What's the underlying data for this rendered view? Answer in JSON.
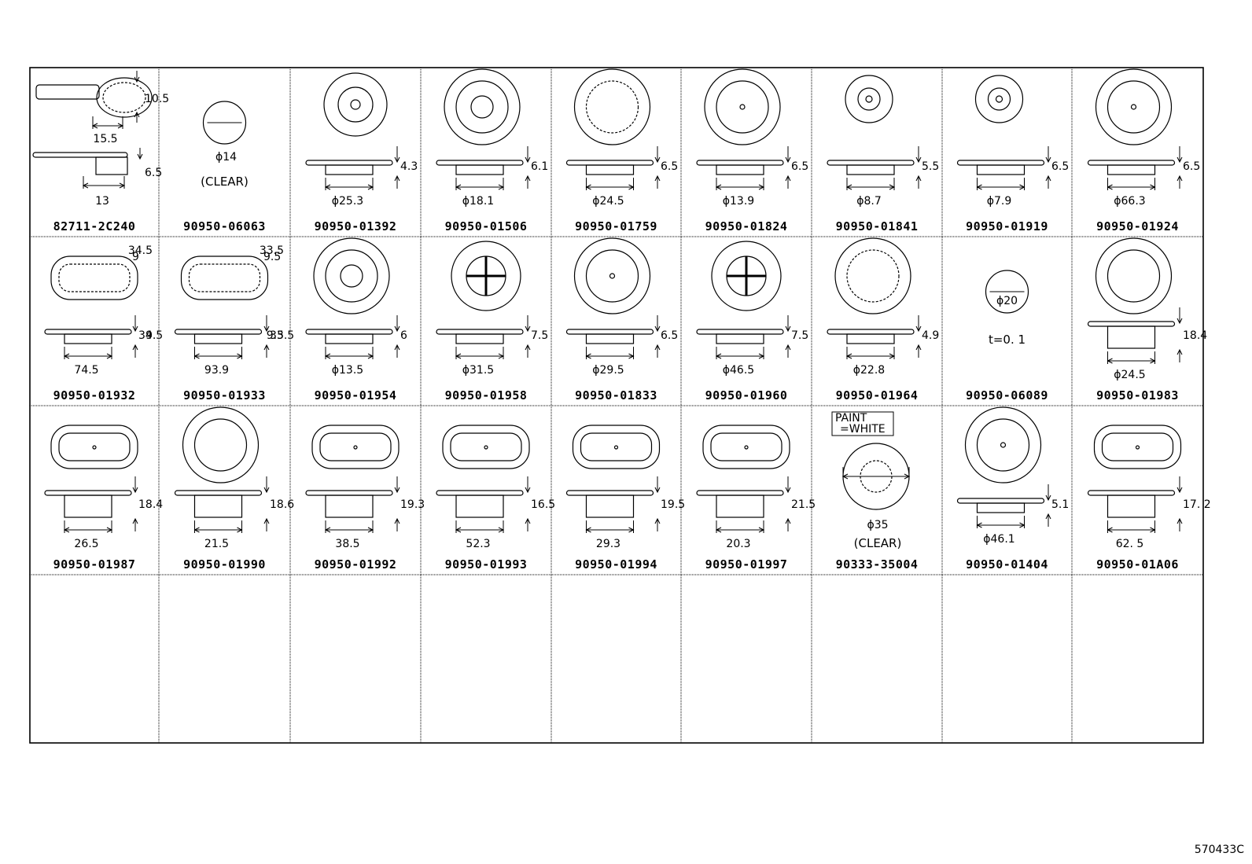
{
  "rows": [
    [
      {
        "part": "82711-2C240",
        "shape": "cable",
        "dims": [
          "10.5",
          "15.5",
          "6.5",
          "13"
        ]
      },
      {
        "part": "90950-06063",
        "shape": "seal-round",
        "dims": [
          "ϕ14"
        ],
        "notes": [
          "(CLEAR)"
        ]
      },
      {
        "part": "90950-01392",
        "shape": "gear",
        "dims": [
          "4.3",
          "ϕ25.3"
        ]
      },
      {
        "part": "90950-01506",
        "shape": "grommet",
        "dims": [
          "6.1",
          "ϕ18.1"
        ]
      },
      {
        "part": "90950-01759",
        "shape": "plug-dashed",
        "dims": [
          "6.5",
          "ϕ24.5"
        ]
      },
      {
        "part": "90950-01824",
        "shape": "plug-hole",
        "dims": [
          "6.5",
          "ϕ13.9"
        ]
      },
      {
        "part": "90950-01841",
        "shape": "small-plug",
        "dims": [
          "5.5",
          "ϕ8.7"
        ]
      },
      {
        "part": "90950-01919",
        "shape": "small-plug",
        "dims": [
          "6.5",
          "ϕ7.9"
        ]
      },
      {
        "part": "90950-01924",
        "shape": "plug-hole",
        "dims": [
          "6.5",
          "ϕ66.3"
        ]
      }
    ],
    [
      {
        "part": "90950-01932",
        "shape": "oval-plug",
        "dims": [
          "34.5",
          "9",
          "74.5"
        ]
      },
      {
        "part": "90950-01933",
        "shape": "oval-plug",
        "dims": [
          "33.5",
          "9.5",
          "93.9"
        ]
      },
      {
        "part": "90950-01954",
        "shape": "grommet",
        "dims": [
          "6",
          "ϕ13.5"
        ]
      },
      {
        "part": "90950-01958",
        "shape": "cross-plug",
        "dims": [
          "7.5",
          "ϕ31.5"
        ]
      },
      {
        "part": "90950-01833",
        "shape": "plug-hole",
        "dims": [
          "6.5",
          "ϕ29.5"
        ]
      },
      {
        "part": "90950-01960",
        "shape": "cross-plug",
        "dims": [
          "7.5",
          "ϕ46.5"
        ]
      },
      {
        "part": "90950-01964",
        "shape": "plug-dashed",
        "dims": [
          "4.9",
          "ϕ22.8"
        ]
      },
      {
        "part": "90950-06089",
        "shape": "seal-round",
        "dims": [
          "ϕ20"
        ],
        "notes": [
          "t=0. 1"
        ]
      },
      {
        "part": "90950-01983",
        "shape": "clip-round",
        "dims": [
          "18.4",
          "ϕ24.5"
        ]
      }
    ],
    [
      {
        "part": "90950-01987",
        "shape": "clip-oval",
        "dims": [
          "18.4",
          "26.5"
        ]
      },
      {
        "part": "90950-01990",
        "shape": "clip-round",
        "dims": [
          "18.6",
          "21.5"
        ]
      },
      {
        "part": "90950-01992",
        "shape": "clip-oval",
        "dims": [
          "19.3",
          "38.5"
        ]
      },
      {
        "part": "90950-01993",
        "shape": "clip-oval",
        "dims": [
          "16.5",
          "52.3"
        ]
      },
      {
        "part": "90950-01994",
        "shape": "clip-oval",
        "dims": [
          "19.5",
          "29.3"
        ]
      },
      {
        "part": "90950-01997",
        "shape": "clip-oval",
        "dims": [
          "21.5",
          "20.3"
        ]
      },
      {
        "part": "90333-35004",
        "shape": "paint-seal",
        "dims": [
          "ϕ35"
        ],
        "notes": [
          "PAINT",
          "=WHITE",
          "(CLEAR)"
        ]
      },
      {
        "part": "90950-01404",
        "shape": "plug-hole",
        "dims": [
          "5.1",
          "ϕ46.1"
        ]
      },
      {
        "part": "90950-01A06",
        "shape": "clip-rect",
        "dims": [
          "17. 2",
          "62. 5"
        ]
      }
    ]
  ],
  "reference": "570433C"
}
